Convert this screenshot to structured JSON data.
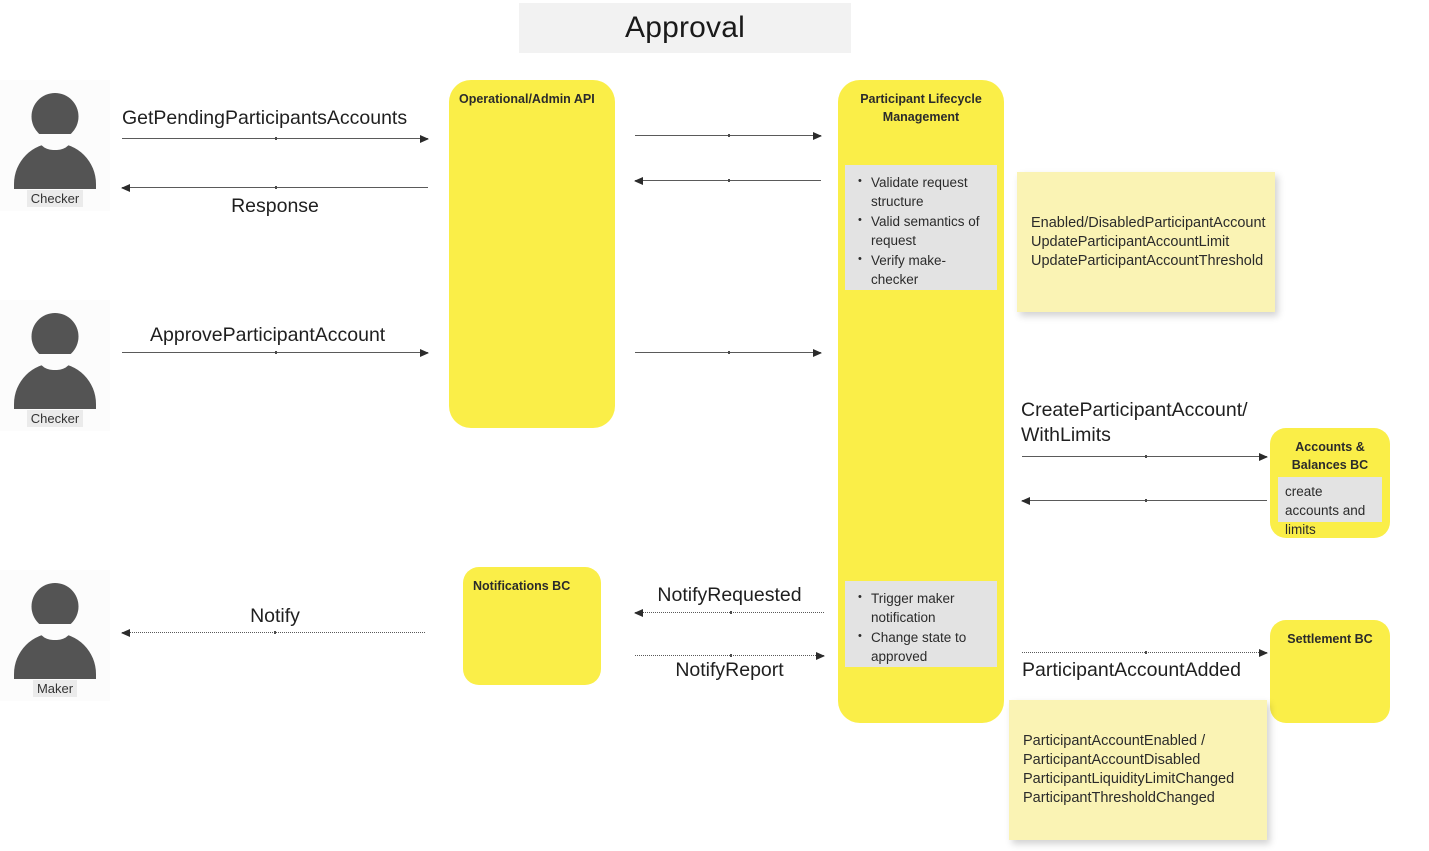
{
  "title": "Approval",
  "actors": [
    {
      "name": "Checker",
      "icon": "person-icon"
    },
    {
      "name": "Checker",
      "icon": "person-icon"
    },
    {
      "name": "Maker",
      "icon": "person-icon"
    }
  ],
  "lanes": {
    "admin_api": {
      "title": "Operational/Admin API"
    },
    "plm": {
      "title": "Participant Lifecycle Management",
      "note_top": [
        "Validate request structure",
        "Valid semantics of request",
        "Verify make-checker"
      ],
      "note_bottom": [
        "Trigger maker notification",
        "Change state to approved"
      ]
    },
    "notifications": {
      "title": "Notifications BC"
    },
    "accounts_balances": {
      "title": "Accounts & Balances BC",
      "note": "create accounts and limits"
    },
    "settlement": {
      "title": "Settlement BC"
    }
  },
  "messages": {
    "get_pending": "GetPendingParticipantsAccounts",
    "response": "Response",
    "approve_account": "ApproveParticipantAccount",
    "create_account_with_limits": "CreateParticipantAccount/\nWithLimits",
    "notify_requested": "NotifyRequested",
    "notify_report": "NotifyReport",
    "notify": "Notify",
    "participant_account_added": "ParticipantAccountAdded"
  },
  "sticky_notes": {
    "commands": "Enabled/DisabledParticipantAccount\nUpdateParticipantAccountLimit\nUpdateParticipantAccountThreshold",
    "events": "ParticipantAccountEnabled /\nParticipantAccountDisabled\nParticipantLiquidityLimitChanged\nParticipantThresholdChanged"
  },
  "colors": {
    "lane_yellow": "#faee48",
    "sticky_yellow": "#faf3b4",
    "note_grey": "#e3e3e3",
    "title_bg": "#f2f2f2",
    "actor_grey": "#545454"
  }
}
